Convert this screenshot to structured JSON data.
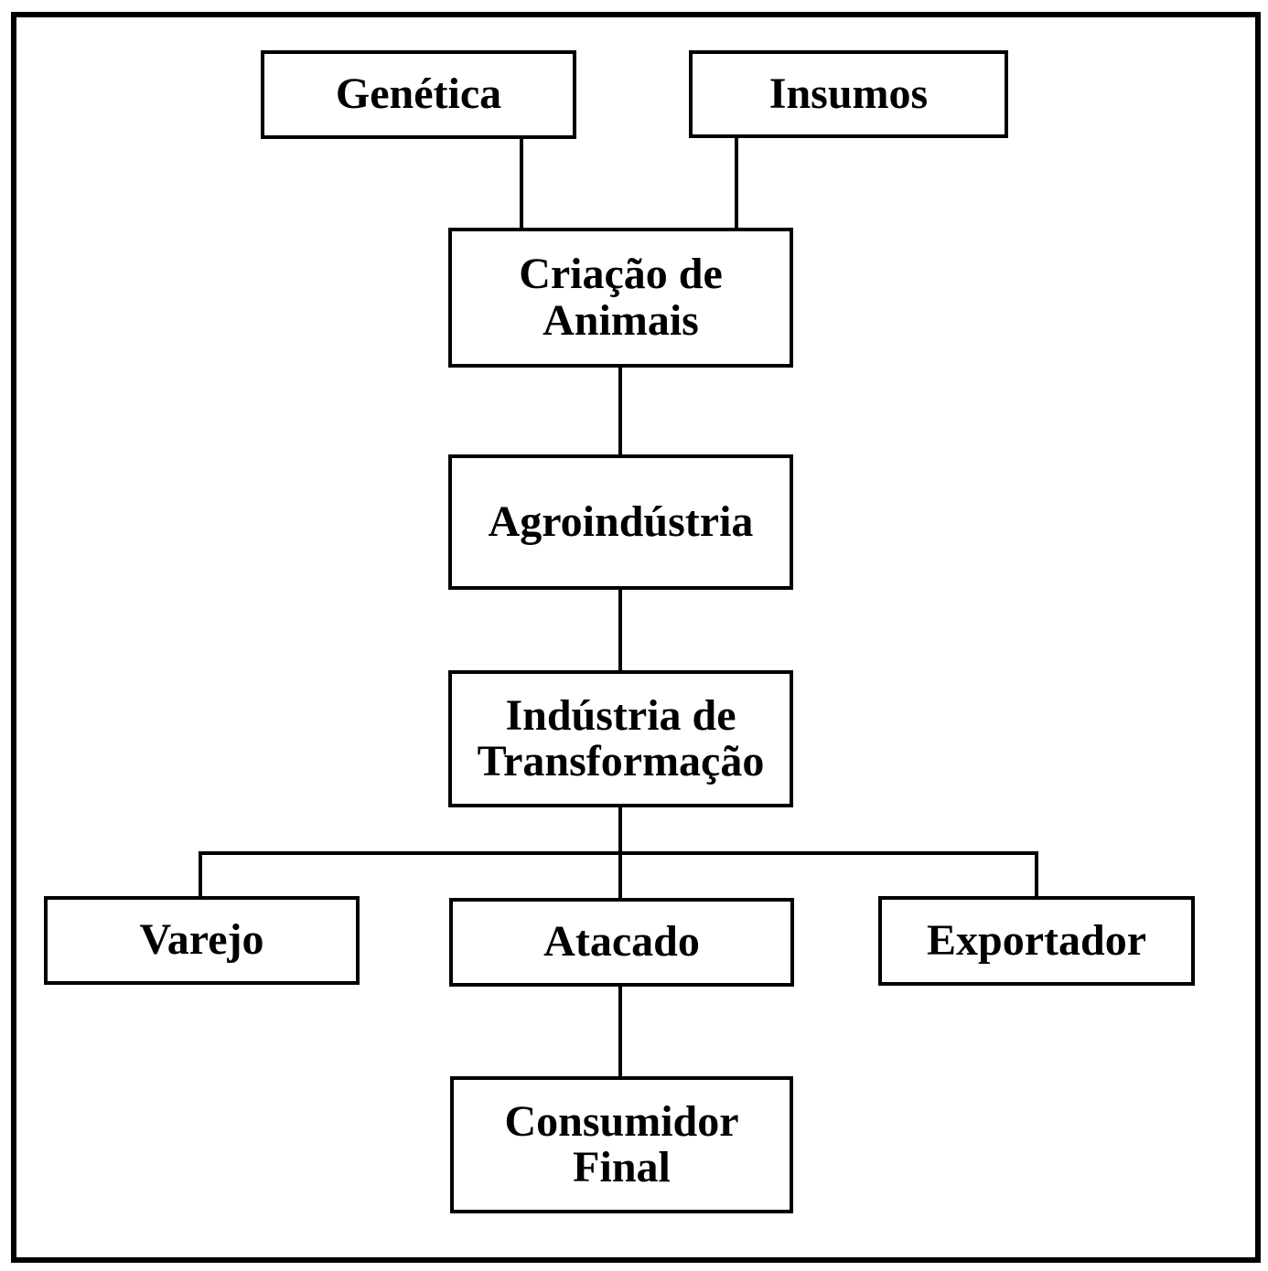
{
  "diagram": {
    "kind": "flowchart",
    "nodes": {
      "genetica": {
        "label": "Genética"
      },
      "insumos": {
        "label": "Insumos"
      },
      "criacao": {
        "label": "Criação de\nAnimais"
      },
      "agroindustria": {
        "label": "Agroindústria"
      },
      "industria": {
        "label": "Indústria de\nTransformação"
      },
      "varejo": {
        "label": "Varejo"
      },
      "atacado": {
        "label": "Atacado"
      },
      "exportador": {
        "label": "Exportador"
      },
      "consumidor": {
        "label": "Consumidor\nFinal"
      }
    },
    "edges": [
      {
        "from": "Genética",
        "to": "Criação de Animais"
      },
      {
        "from": "Insumos",
        "to": "Criação de Animais"
      },
      {
        "from": "Criação de Animais",
        "to": "Agroindústria"
      },
      {
        "from": "Agroindústria",
        "to": "Indústria de Transformação"
      },
      {
        "from": "Indústria de Transformação",
        "to": "Varejo"
      },
      {
        "from": "Indústria de Transformação",
        "to": "Atacado"
      },
      {
        "from": "Indústria de Transformação",
        "to": "Exportador"
      },
      {
        "from": "Atacado",
        "to": "Consumidor Final"
      }
    ],
    "colors": {
      "line": "#000000",
      "box_border": "#000000",
      "box_fill": "#ffffff",
      "text": "#000000",
      "background": "#ffffff"
    }
  }
}
